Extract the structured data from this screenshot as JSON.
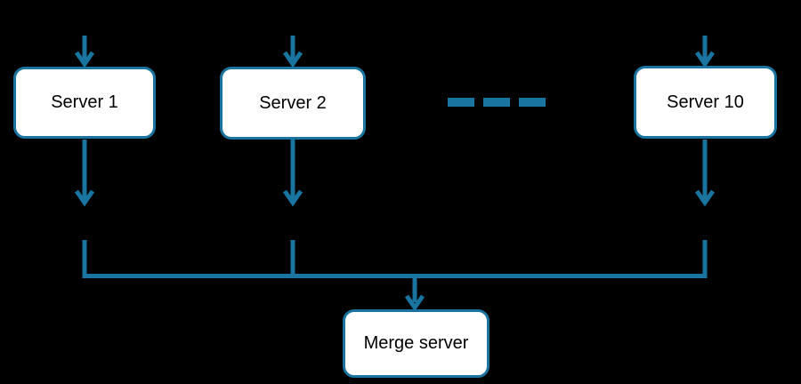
{
  "diagram": {
    "type": "flow-diagram",
    "background_color": "#000000",
    "accent_color": "#1A74A0",
    "node_fill_color": "#FFFFFF",
    "text_color": "#000000",
    "nodes": [
      {
        "id": "server1",
        "label": "Server 1"
      },
      {
        "id": "server2",
        "label": "Server 2"
      },
      {
        "id": "server10",
        "label": "Server 10"
      },
      {
        "id": "merge",
        "label": "Merge server"
      }
    ],
    "ellipsis": {
      "meaning": "servers 3 through 9 omitted",
      "dash_count": 3
    },
    "edges": [
      {
        "from": "input-top",
        "to": "server1",
        "style": "arrow-down"
      },
      {
        "from": "input-top",
        "to": "server2",
        "style": "arrow-down"
      },
      {
        "from": "input-top",
        "to": "server10",
        "style": "arrow-down"
      },
      {
        "from": "server1",
        "to": "merge-junction",
        "style": "arrow-down"
      },
      {
        "from": "server2",
        "to": "merge-junction",
        "style": "arrow-down"
      },
      {
        "from": "server10",
        "to": "merge-junction",
        "style": "arrow-down"
      },
      {
        "from": "merge-junction",
        "to": "merge",
        "style": "arrow-down"
      }
    ]
  }
}
